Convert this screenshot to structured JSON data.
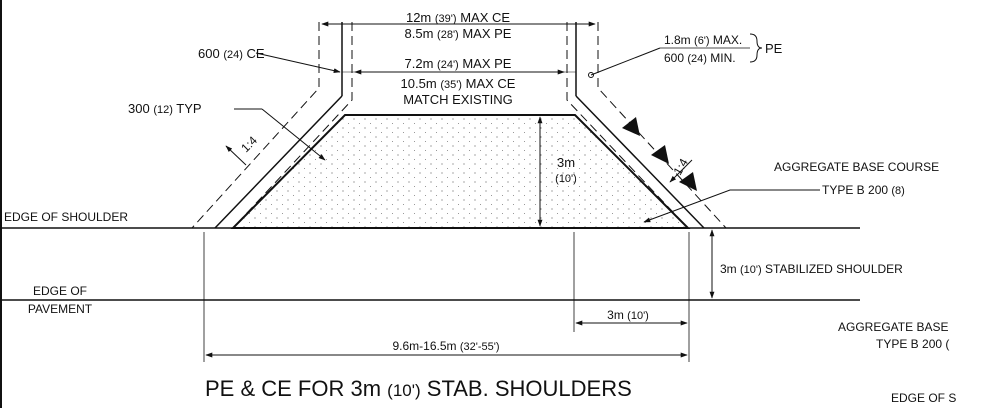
{
  "title": {
    "main": "PE & CE FOR 3m",
    "paren": "(10')",
    "rest": "STAB.  SHOULDERS"
  },
  "labels": {
    "top_ce": {
      "m": "12m",
      "ft": "(39')",
      "txt": "MAX CE"
    },
    "top_pe": {
      "m": "8.5m",
      "ft": "(28')",
      "txt": "MAX PE"
    },
    "mid_pe": {
      "m": "7.2m",
      "ft": "(24')",
      "txt": "MAX PE"
    },
    "mid_ce": {
      "m": "10.5m",
      "ft": "(35')",
      "txt": "MAX CE"
    },
    "match_existing": "MATCH EXISTING",
    "ce_600": {
      "m": "600",
      "ft": "(24)",
      "txt": "CE"
    },
    "typ_300": {
      "m": "300",
      "ft": "(12)",
      "txt": "TYP"
    },
    "slope_left": "1:4",
    "slope_right": "1:4",
    "height": {
      "m": "3m",
      "ft": "(10')"
    },
    "pe_max": {
      "m": "1.8m",
      "ft": "(6')",
      "txt": "MAX."
    },
    "pe_min": {
      "m": "600",
      "ft": "(24)",
      "txt": "MIN."
    },
    "pe_tag": "PE",
    "agg_base": {
      "line1": "AGGREGATE BASE COURSE",
      "line2a": "TYPE B 200",
      "line2b": "(8)"
    },
    "edge_shoulder": "EDGE OF SHOULDER",
    "stab_shoulder": {
      "m": "3m",
      "ft": "(10')",
      "txt": "STABILIZED SHOULDER"
    },
    "edge_pavement": {
      "line1": "EDGE OF",
      "line2": "PAVEMENT"
    },
    "dim_3m": {
      "m": "3m",
      "ft": "(10')"
    },
    "dim_total": {
      "m": "9.6m-16.5m",
      "ft": "(32'-55')"
    },
    "clip_agg": {
      "line1": "AGGREGATE BASE",
      "line2": "TYPE B 200 ("
    },
    "clip_edge": "EDGE OF S"
  }
}
